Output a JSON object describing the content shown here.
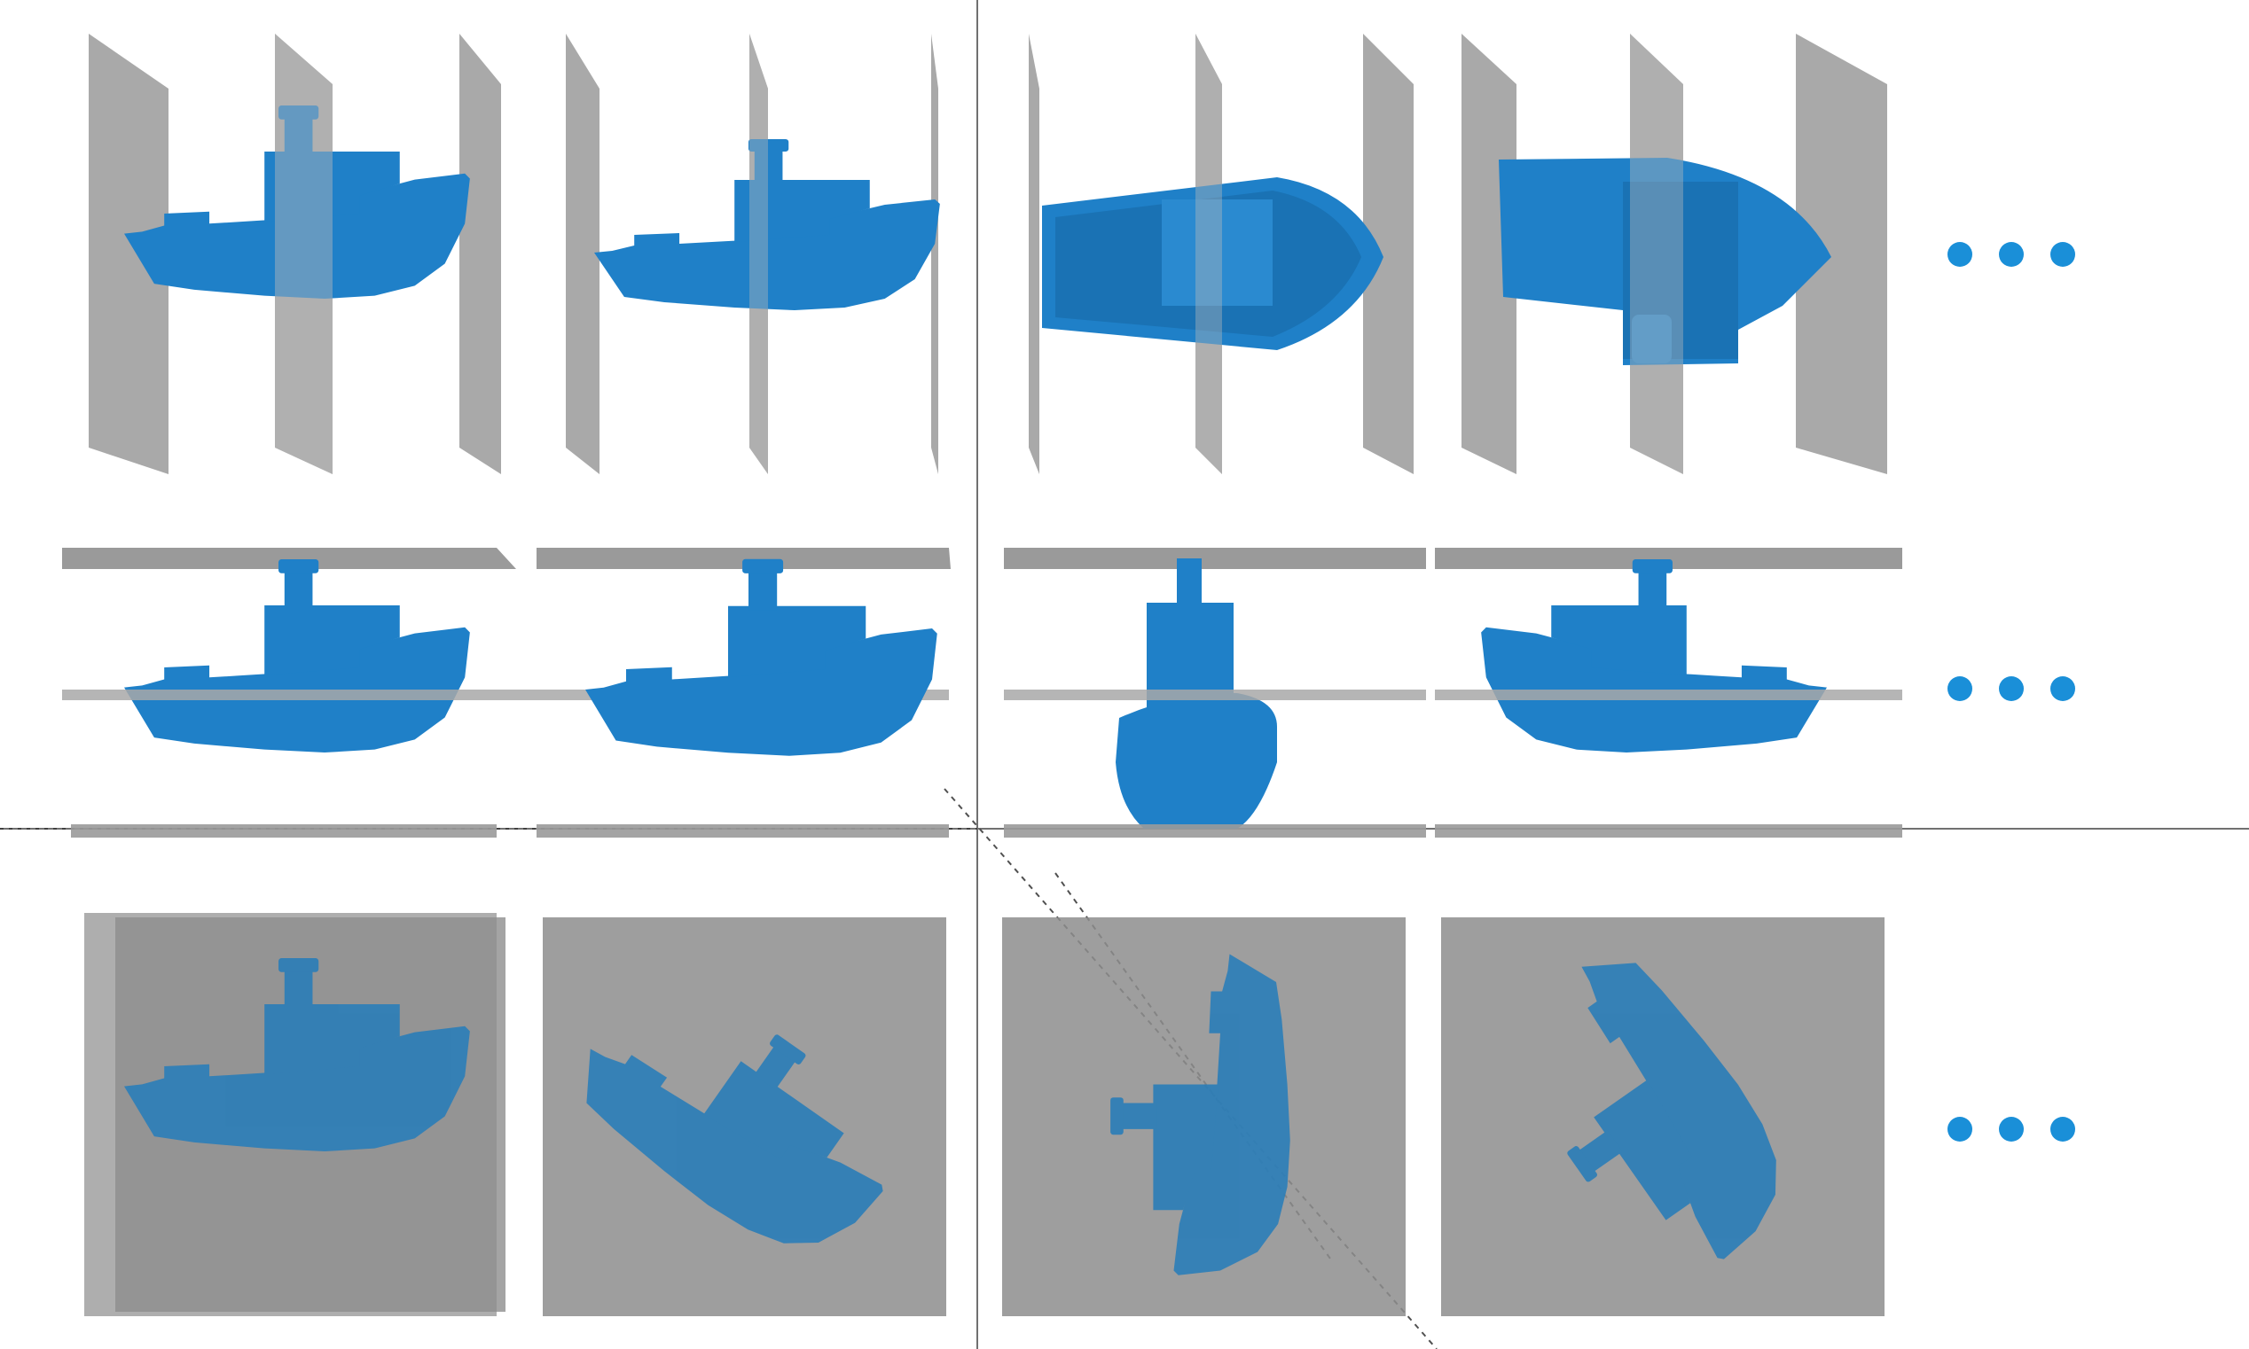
{
  "colors": {
    "background": "#ffffff",
    "model": "#1f80c8",
    "model_dark": "#0f5e96",
    "model_light": "#3a9ee0",
    "plane": "#9a9a9a",
    "plane_edge": "#7c7c7c",
    "axis": "#707070",
    "dots": "#1a8fd8"
  },
  "rows": [
    {
      "row_id": "vertical-slicing-planes",
      "panels": [
        {
          "view": "side"
        },
        {
          "view": "three-quarter"
        },
        {
          "view": "bottom"
        },
        {
          "view": "tilted-bottom"
        }
      ],
      "continuation": "more-views"
    },
    {
      "row_id": "horizontal-slicing-planes",
      "panels": [
        {
          "view": "side"
        },
        {
          "view": "three-quarter"
        },
        {
          "view": "front"
        },
        {
          "view": "three-quarter-right"
        }
      ],
      "continuation": "more-views"
    },
    {
      "row_id": "depth-slicing-planes",
      "panels": [
        {
          "view": "side"
        },
        {
          "view": "rotated-45"
        },
        {
          "view": "rotated-90"
        },
        {
          "view": "rotated-135"
        }
      ],
      "continuation": "more-views"
    }
  ]
}
